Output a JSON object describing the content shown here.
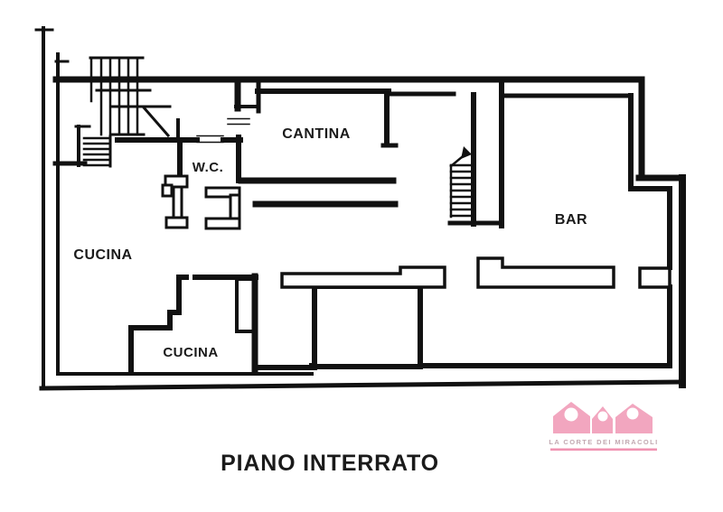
{
  "document": {
    "title": "PIANO INTERRATO",
    "background": "#ffffff"
  },
  "floor_plan": {
    "rooms": [
      {
        "name": "CUCINA"
      },
      {
        "name": "W.C."
      },
      {
        "name": "CANTINA"
      },
      {
        "name": "BAR"
      },
      {
        "name": "CUCINA"
      }
    ],
    "features": [
      "staircase-top-left",
      "staircase-central",
      "bar-counters",
      "wc-column",
      "wc-fixture"
    ]
  },
  "logo": {
    "brand": "LA CORTE DEI MIRACOLI",
    "icon": "three-houses"
  },
  "colors": {
    "wall": "#111111",
    "label": "#1a1a1a",
    "houses": "#f2a6bf",
    "brand_text": "#c2a9b1",
    "underline": "#f093b2",
    "background": "#ffffff"
  }
}
